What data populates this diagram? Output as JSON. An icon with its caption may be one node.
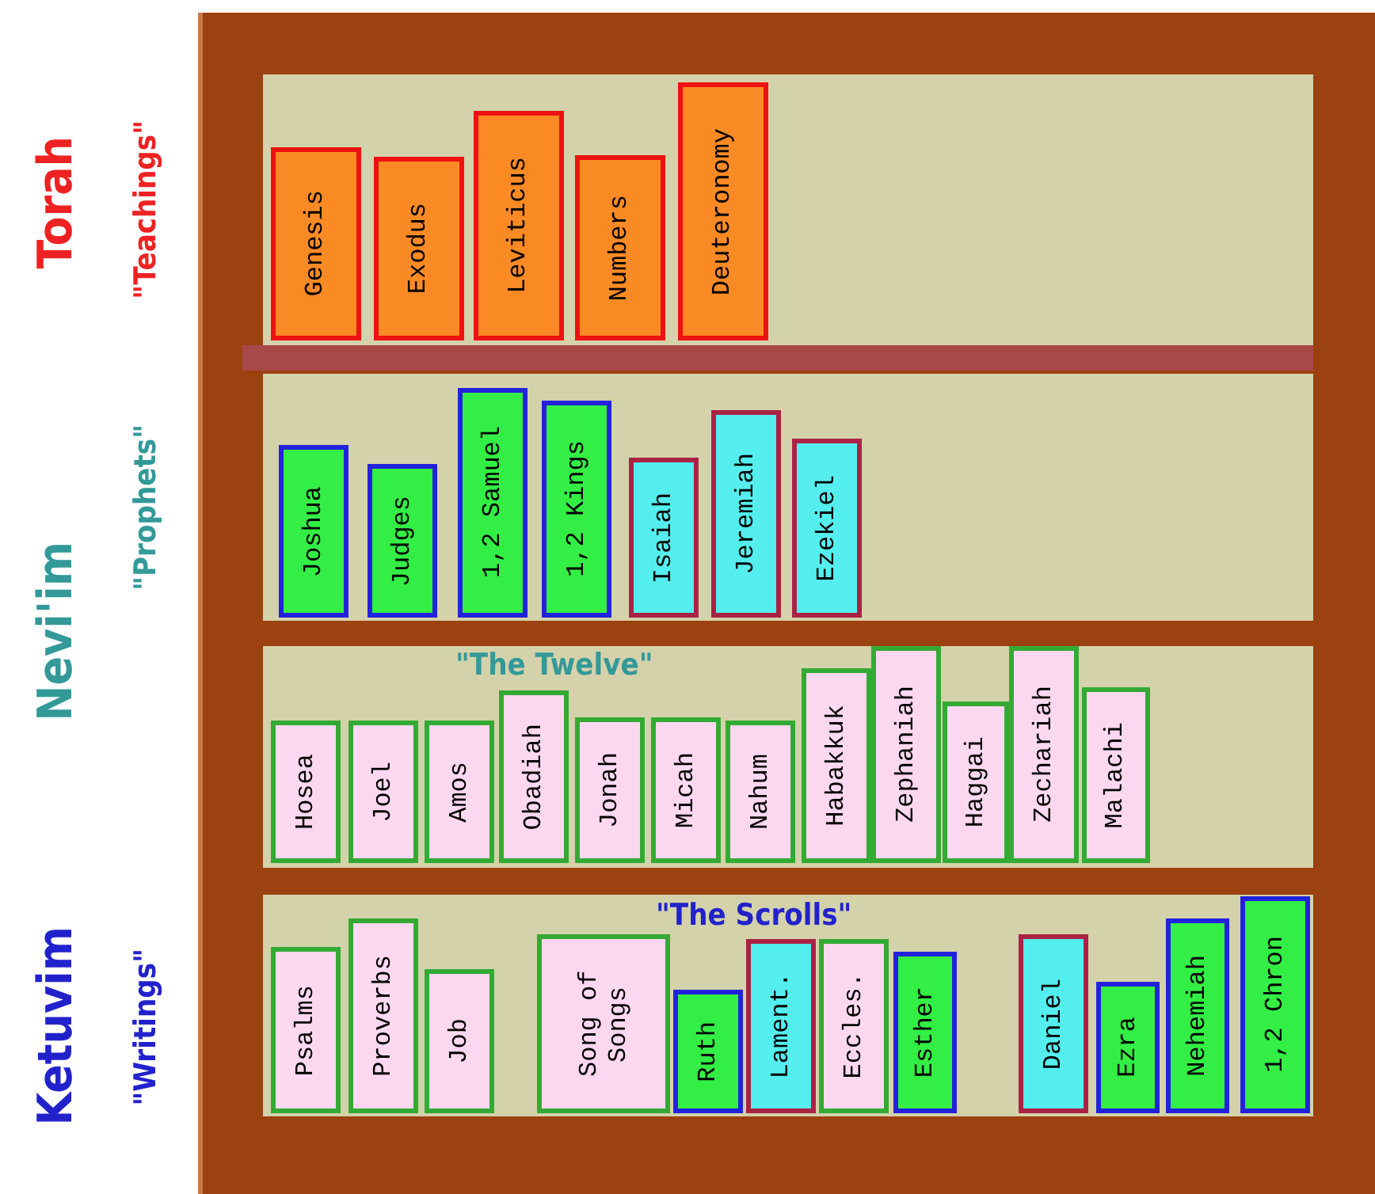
{
  "diagram": {
    "nodes": [
      {
        "text": [],
        "shape": "box"
      },
      {
        "text": [],
        "shape": "box",
        "in": 0
      },
      {
        "text": [],
        "shape": "box",
        "in": 0
      },
      {
        "text": [],
        "shape": "box",
        "in": 0
      },
      {
        "text": [],
        "shape": "box",
        "in": 0
      },
      {
        "text": [
          "Genesis"
        ],
        "in": 1
      },
      {
        "text": [
          "Exodus"
        ],
        "in": 1
      },
      {
        "text": [
          "Leviticus"
        ],
        "in": 1
      },
      {
        "text": [
          "Numbers"
        ],
        "in": 1
      },
      {
        "text": [
          "Deuteronomy"
        ],
        "in": 1
      },
      {
        "text": [
          "Joshua"
        ],
        "in": 2
      },
      {
        "text": [
          "Judges"
        ],
        "in": 2
      },
      {
        "text": [
          "1,2 Samuel"
        ],
        "in": 2
      },
      {
        "text": [
          "1,2 Kings"
        ],
        "in": 2
      },
      {
        "text": [
          "Isaiah"
        ],
        "in": 2
      },
      {
        "text": [
          "Jeremiah"
        ],
        "in": 2
      },
      {
        "text": [
          "Ezekiel"
        ],
        "in": 2
      },
      {
        "text": [
          "Hosea"
        ],
        "in": 3
      },
      {
        "text": [
          "Joel"
        ],
        "in": 3
      },
      {
        "text": [
          "Amos"
        ],
        "in": 3
      },
      {
        "text": [
          "Obadiah"
        ],
        "in": 3
      },
      {
        "text": [
          "Jonah"
        ],
        "in": 3
      },
      {
        "text": [
          "Micah"
        ],
        "in": 3
      },
      {
        "text": [
          "Nahum"
        ],
        "in": 3
      },
      {
        "text": [
          "Habakkuk"
        ],
        "in": 3
      },
      {
        "text": [
          "Zephaniah"
        ],
        "in": 3
      },
      {
        "text": [
          "Haggai"
        ],
        "in": 3
      },
      {
        "text": [
          "Zechariah"
        ],
        "in": 3
      },
      {
        "text": [
          "Malachi"
        ],
        "in": 3
      },
      {
        "text": [
          "Psalms"
        ],
        "in": 4
      },
      {
        "text": [
          "Proverbs"
        ],
        "in": 4
      },
      {
        "text": [
          "Job"
        ],
        "in": 4
      },
      {
        "text": [
          "Song of Songs"
        ],
        "in": 4
      },
      {
        "text": [
          "Ruth"
        ],
        "in": 4
      },
      {
        "text": [
          "Lament."
        ],
        "in": 4
      },
      {
        "text": [
          "Eccles."
        ],
        "in": 4
      },
      {
        "text": [
          "Esther"
        ],
        "in": 4
      },
      {
        "text": [
          "Daniel"
        ],
        "in": 4
      },
      {
        "text": [
          "Ezra"
        ],
        "in": 4
      },
      {
        "text": [
          "Nehemiah"
        ],
        "in": 4
      },
      {
        "text": [
          "1,2 Chron"
        ],
        "in": 4
      },
      {
        "text": [],
        "shape": "bar",
        "in": 0
      }
    ],
    "labels": [
      "Torah",
      "\"Teachings\"",
      "\"Prophets\"",
      "Nevi'im",
      "\"The Twelve\"",
      "\"The Scrolls\"",
      "Ketuvim",
      "\"Writings\""
    ]
  }
}
